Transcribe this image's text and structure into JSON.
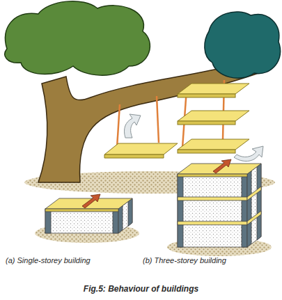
{
  "diagram": {
    "caption": "Fig.5: Behaviour of buildings",
    "labels": [
      "(a) Single-storey building",
      "(b) Three-storey building"
    ]
  }
}
